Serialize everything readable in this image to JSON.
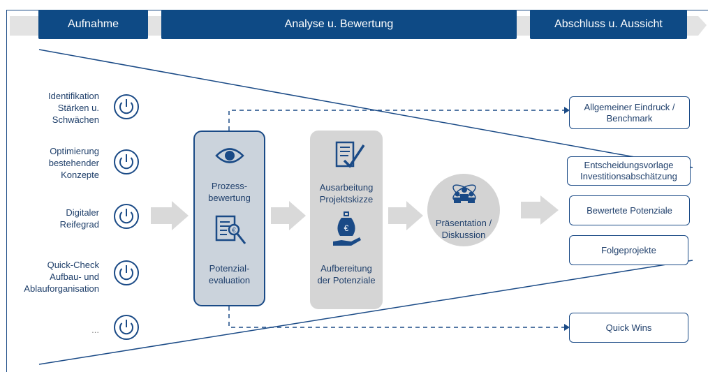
{
  "phases": {
    "aufnahme": "Aufnahme",
    "analyse": "Analyse u. Bewertung",
    "abschluss": "Abschluss u. Aussicht"
  },
  "inputs": [
    {
      "label": "Identifikation\nStärken u.\nSchwächen"
    },
    {
      "label": "Optimierung\nbestehender\nKonzepte"
    },
    {
      "label": "Digitaler\nReifegrad"
    },
    {
      "label": "Quick-Check\nAufbau- und\nAblauforganisation"
    },
    {
      "label": "..."
    }
  ],
  "process": {
    "prozess": "Prozess-\nbewertung",
    "potenzial": "Potenzial-\nevaluation",
    "ausarbeitung": "Ausarbeitung\nProjektskizze",
    "aufbereitung": "Aufbereitung\nder Potenziale",
    "praesentation": "Präsentation /\nDiskussion"
  },
  "outputs": {
    "eindruck": "Allgemeiner Eindruck /\nBenchmark",
    "entscheidung": "Entscheidungsvorlage\nInvestitionsabschätzung",
    "bewertete": "Bewertete Potenziale",
    "folge": "Folgeprojekte",
    "quickwins": "Quick Wins"
  },
  "colors": {
    "navy": "#0e4a85",
    "arrow_grey": "#d9d9d9",
    "box_blue": "#cbd3dc",
    "box_grey": "#d5d5d5"
  }
}
